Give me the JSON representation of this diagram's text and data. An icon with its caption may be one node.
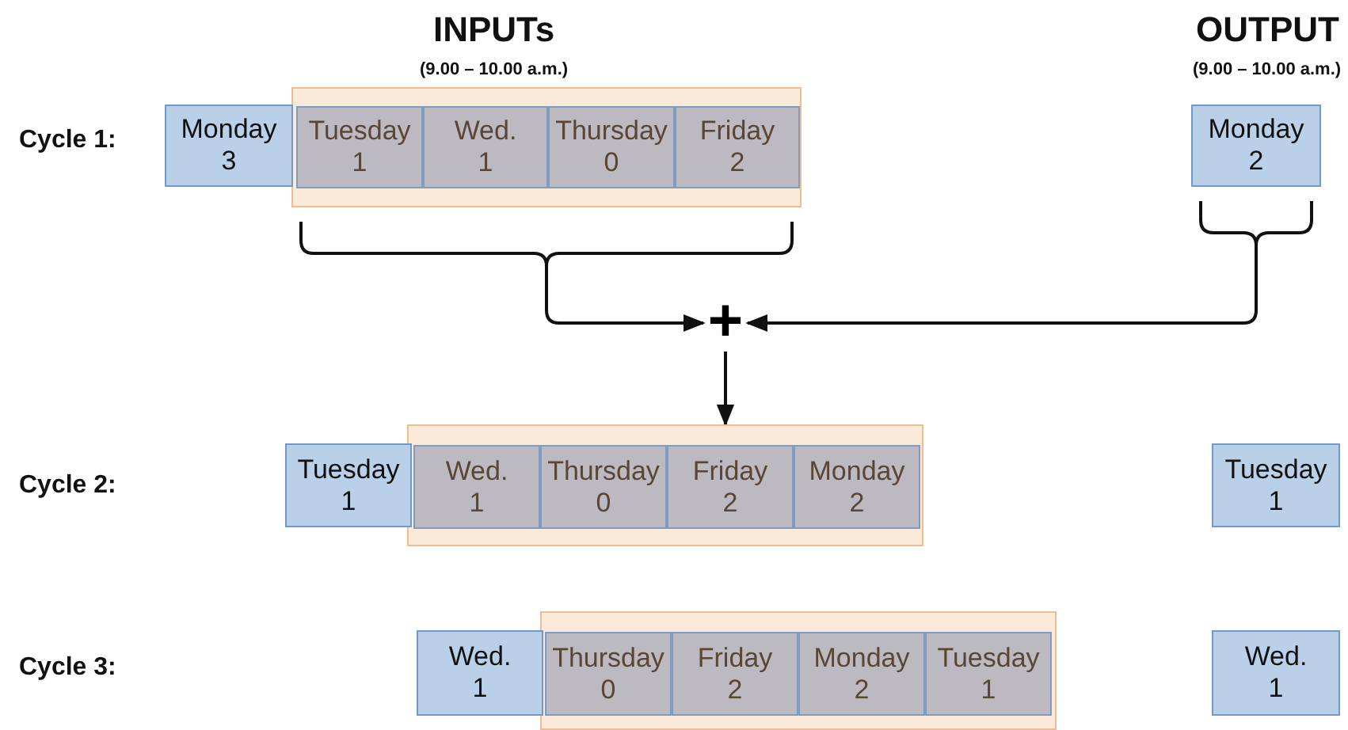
{
  "diagram": {
    "nodes": [
      {
        "text": [],
        "shape": "box"
      },
      {
        "text": [
          "Monday",
          "3"
        ]
      },
      {
        "text": [
          "Tuesday",
          "1"
        ],
        "in": 0
      },
      {
        "text": [
          "Wed.",
          "1"
        ],
        "in": 0
      },
      {
        "text": [
          "Thursday",
          "0"
        ],
        "in": 0
      },
      {
        "text": [
          "Friday",
          "2"
        ],
        "in": 0
      },
      {
        "text": [
          "Monday",
          "2"
        ]
      },
      {
        "text": [
          "+"
        ]
      },
      {
        "text": [],
        "shape": "box"
      },
      {
        "text": [
          "Tuesday",
          "1"
        ]
      },
      {
        "text": [
          "Wed.",
          "1"
        ],
        "in": 8
      },
      {
        "text": [
          "Thursday",
          "0"
        ],
        "in": 8
      },
      {
        "text": [
          "Friday",
          "2"
        ],
        "in": 8
      },
      {
        "text": [
          "Monday",
          "2"
        ],
        "in": 8
      },
      {
        "text": [
          "Tuesday",
          "1"
        ]
      },
      {
        "text": [],
        "shape": "box"
      },
      {
        "text": [
          "Wed.",
          "1"
        ]
      },
      {
        "text": [
          "Thursday",
          "0"
        ],
        "in": 15
      },
      {
        "text": [
          "Friday",
          "2"
        ],
        "in": 15
      },
      {
        "text": [
          "Monday",
          "2"
        ],
        "in": 15
      },
      {
        "text": [
          "Tuesday",
          "1"
        ],
        "in": 15
      },
      {
        "text": [
          "Wed.",
          "1"
        ]
      }
    ],
    "edges": [
      {
        "from": 0,
        "to": 7,
        "arrow": "to"
      },
      {
        "from": 6,
        "to": 7,
        "arrow": "to"
      },
      {
        "from": 7,
        "to": 8,
        "arrow": "to"
      }
    ],
    "labels": [
      "INPUTs",
      "(9.00 – 10.00 a.m.)",
      "OUTPUT",
      "(9.00 – 10.00 a.m.)",
      "Cycle 1:",
      "Cycle 2:",
      "Cycle 3:"
    ]
  }
}
